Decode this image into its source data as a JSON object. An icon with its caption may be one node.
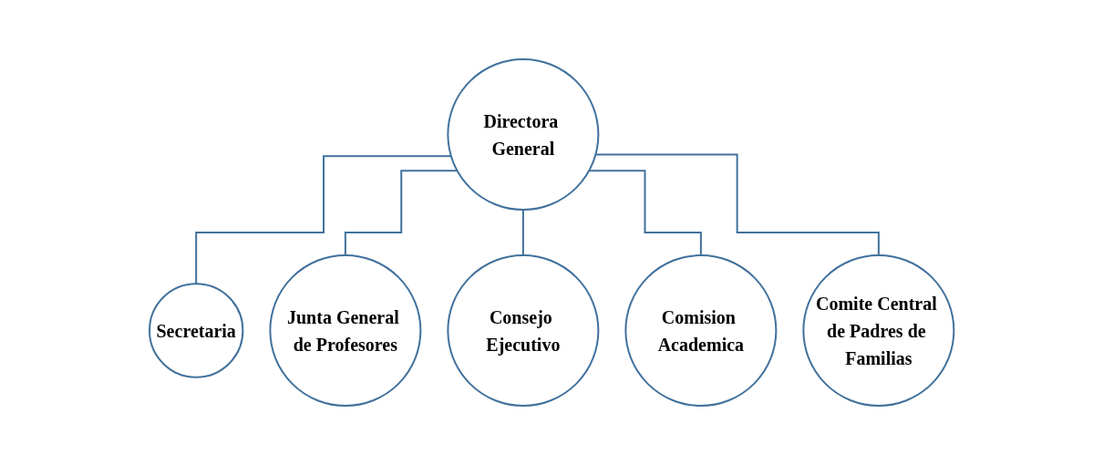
{
  "diagram": {
    "nodes": [
      {
        "text": [
          "Directora General"
        ]
      },
      {
        "text": [
          "Secretaria"
        ]
      },
      {
        "text": [
          "Junta General de Profesores"
        ]
      },
      {
        "text": [
          "Consejo Ejecutivo"
        ]
      },
      {
        "text": [
          "Comision Academica"
        ]
      },
      {
        "text": [
          "Comite Central de Padres de Familias"
        ]
      }
    ],
    "edges": [
      {
        "from": 0,
        "to": 1,
        "arrow": "none"
      },
      {
        "from": 0,
        "to": 2,
        "arrow": "none"
      },
      {
        "from": 0,
        "to": 3,
        "arrow": "none"
      },
      {
        "from": 0,
        "to": 4,
        "arrow": "none"
      },
      {
        "from": 0,
        "to": 5,
        "arrow": "none"
      }
    ]
  }
}
